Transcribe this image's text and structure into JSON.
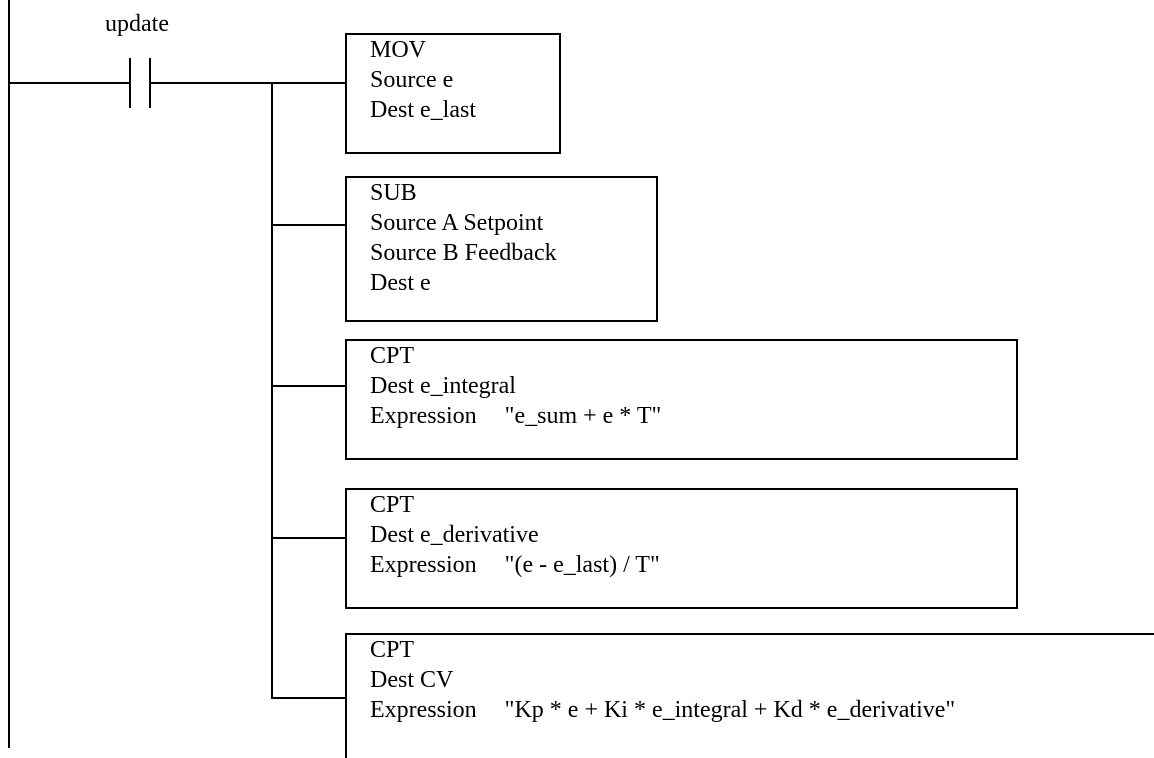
{
  "contact": {
    "label": "update"
  },
  "instructions": [
    {
      "opcode": "MOV",
      "rows": [
        {
          "key": "Source",
          "value": "e"
        },
        {
          "key": "Dest",
          "value": "e_last"
        }
      ]
    },
    {
      "opcode": "SUB",
      "rows": [
        {
          "key": "Source A",
          "value": "Setpoint"
        },
        {
          "key": "Source B",
          "value": "Feedback"
        },
        {
          "key": "Dest",
          "value": "e"
        }
      ]
    },
    {
      "opcode": "CPT",
      "rows": [
        {
          "key": "Dest",
          "value": "e_integral"
        },
        {
          "key": "Expression",
          "value": "\"e_sum + e * T\""
        }
      ]
    },
    {
      "opcode": "CPT",
      "rows": [
        {
          "key": "Dest",
          "value": "e_derivative"
        },
        {
          "key": "Expression",
          "value": "\"(e - e_last) / T\""
        }
      ]
    },
    {
      "opcode": "CPT",
      "rows": [
        {
          "key": "Dest",
          "value": "CV"
        },
        {
          "key": "Expression",
          "value": "\"Kp * e + Ki * e_integral + Kd * e_derivative\""
        }
      ]
    }
  ]
}
